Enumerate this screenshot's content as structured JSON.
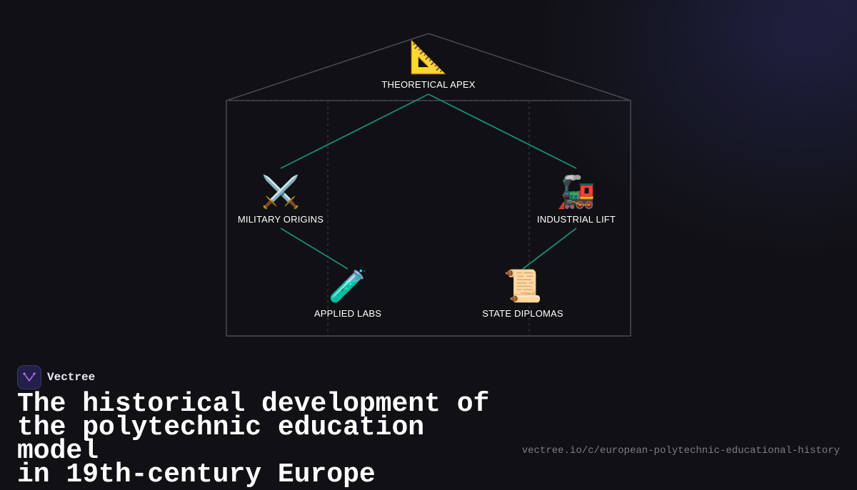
{
  "diagram": {
    "nodes": [
      {
        "id": "apex",
        "icon": "📐",
        "icon_name": "triangular-ruler-icon",
        "label": "THEORETICAL APEX"
      },
      {
        "id": "military",
        "icon": "⚔️",
        "icon_name": "crossed-swords-icon",
        "label": "MILITARY ORIGINS"
      },
      {
        "id": "industrial",
        "icon": "🚂",
        "icon_name": "locomotive-icon",
        "label": "INDUSTRIAL LIFT"
      },
      {
        "id": "labs",
        "icon": "🧪",
        "icon_name": "test-tube-icon",
        "label": "APPLIED LABS"
      },
      {
        "id": "diplomas",
        "icon": "📜",
        "icon_name": "scroll-icon",
        "label": "STATE DIPLOMAS"
      }
    ],
    "edges": [
      {
        "from": "apex",
        "to": "military"
      },
      {
        "from": "apex",
        "to": "industrial"
      },
      {
        "from": "military",
        "to": "labs"
      },
      {
        "from": "industrial",
        "to": "diplomas"
      }
    ],
    "colors": {
      "edge": "#1a8c78",
      "frame": "#4a4a52",
      "divider": "#3a3a42"
    }
  },
  "brand": {
    "name": "Vectree",
    "icon_name": "vectree-logo-icon",
    "logo_bg": "#22204a",
    "logo_accent": "#9b5cf0"
  },
  "title": {
    "line1": "The historical development of",
    "line2": "the polytechnic education model",
    "line3": "in 19th-century Europe"
  },
  "url": "vectree.io/c/european-polytechnic-educational-history"
}
